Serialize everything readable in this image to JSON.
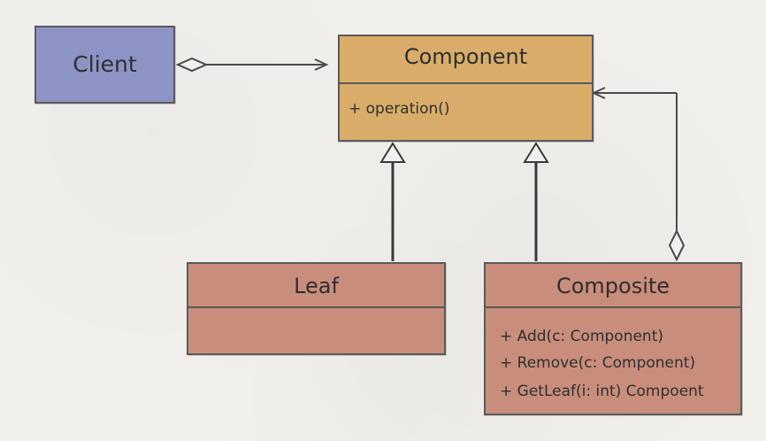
{
  "diagram": {
    "classes": {
      "client": {
        "name": "Client",
        "color": "#8e93c6"
      },
      "component": {
        "name": "Component",
        "color": "#d9ad69",
        "members": [
          "+ operation()"
        ]
      },
      "leaf": {
        "name": "Leaf",
        "color": "#c98d7c",
        "members": []
      },
      "composite": {
        "name": "Composite",
        "color": "#c98d7c",
        "members": [
          "+ Add(c: Component)",
          "+ Remove(c: Component)",
          "+ GetLeaf(i: int) Compoent"
        ]
      }
    },
    "relationships": [
      {
        "from": "Client",
        "to": "Component",
        "type": "aggregation"
      },
      {
        "from": "Leaf",
        "to": "Component",
        "type": "inheritance"
      },
      {
        "from": "Composite",
        "to": "Component",
        "type": "inheritance"
      },
      {
        "from": "Composite",
        "to": "Component",
        "type": "aggregation"
      }
    ]
  }
}
